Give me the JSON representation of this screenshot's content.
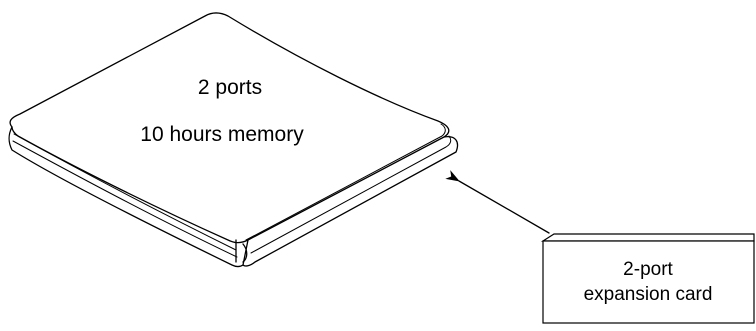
{
  "device": {
    "line1": "2 ports",
    "line2": "10  hours memory"
  },
  "card": {
    "line1": "2-port",
    "line2": "expansion card"
  }
}
